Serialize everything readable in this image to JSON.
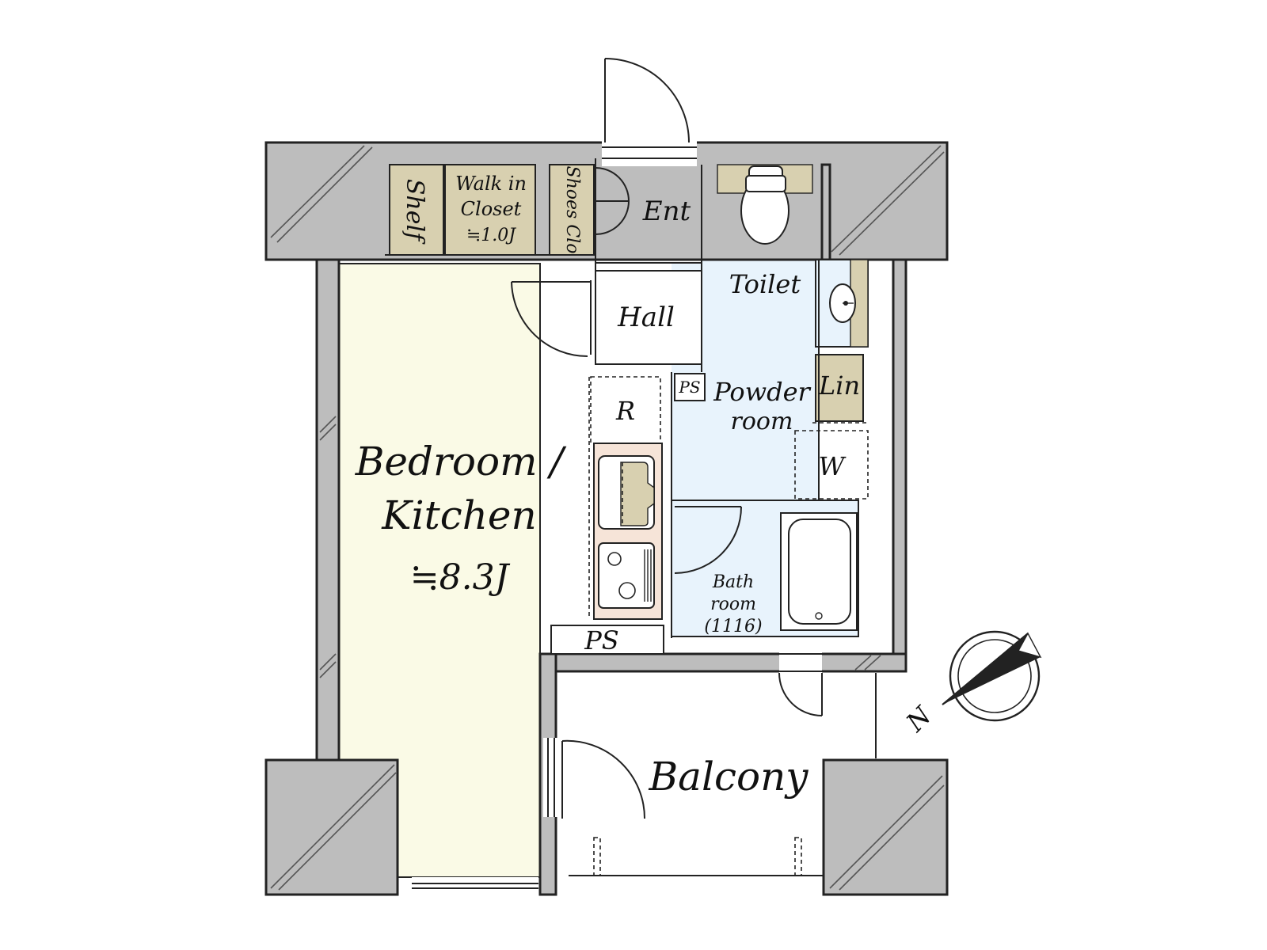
{
  "rooms": {
    "shelf": "Shelf",
    "walk_in_closet": {
      "line1": "Walk in",
      "line2": "Closet",
      "area": "≒1.0J"
    },
    "shoes_closet": "Shoes Clo",
    "entrance": "Ent",
    "hall": "Hall",
    "toilet": "Toilet",
    "linen": "Lin",
    "powder_room": {
      "line1": "Powder",
      "line2": "room"
    },
    "washer": "W",
    "bathroom": {
      "line1": "Bath",
      "line2": "room",
      "size": "(1116)"
    },
    "ps_small": "PS",
    "ps_large": "PS",
    "refrigerator": "R",
    "bedroom_kitchen": {
      "line1": "Bedroom /",
      "line2": "Kitchen",
      "area": "≒8.3J"
    },
    "balcony": "Balcony"
  },
  "compass": {
    "label": "N"
  },
  "colors": {
    "wall": "#bdbdbd",
    "bedroom_fill": "#fafae6",
    "wet_area_fill": "#e8f3fc",
    "storage_fill": "#d8d0b0",
    "kitchen_fill": "#f6e4d8",
    "white": "#ffffff"
  }
}
